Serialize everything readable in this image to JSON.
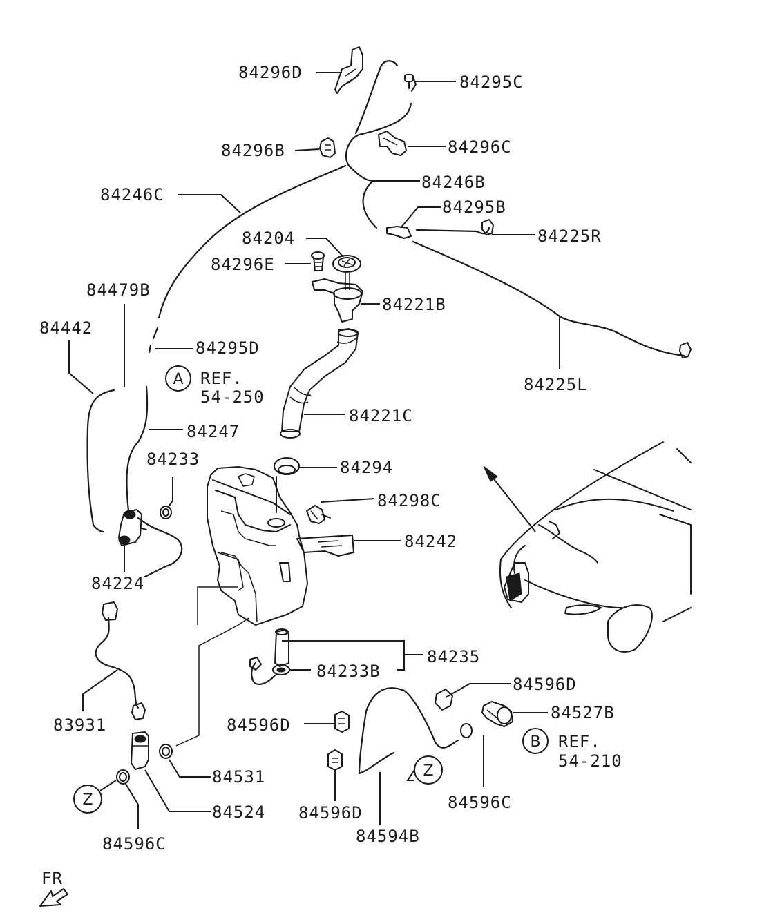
{
  "labels": {
    "p84296D": "84296D",
    "p84295C": "84295C",
    "p84296B": "84296B",
    "p84296C": "84296C",
    "p84246C": "84246C",
    "p84246B": "84246B",
    "p84295B": "84295B",
    "p84225R": "84225R",
    "p84204": "84204",
    "p84296E": "84296E",
    "p84221B": "84221B",
    "p84479B": "84479B",
    "p84442": "84442",
    "p84295D": "84295D",
    "p84225L": "84225L",
    "p84221C": "84221C",
    "p84247": "84247",
    "p84233": "84233",
    "p84294": "84294",
    "p84298C": "84298C",
    "p84242": "84242",
    "p84224": "84224",
    "p84235": "84235",
    "p84233B": "84233B",
    "p84596D_top": "84596D",
    "p83931": "83931",
    "p84596D_mid": "84596D",
    "p84527B": "84527B",
    "p84531": "84531",
    "p84596D_low": "84596D",
    "p84596C_right": "84596C",
    "p84524": "84524",
    "p84594B": "84594B",
    "p84596C_left": "84596C"
  },
  "refs": {
    "a_marker": "A",
    "a_ref_line1": "REF.",
    "a_ref_line2": "54-250",
    "b_marker": "B",
    "b_ref_line1": "REF.",
    "b_ref_line2": "54-210",
    "z_marker_left": "Z",
    "z_marker_right": "Z"
  },
  "direction": {
    "label": "FR",
    "icon": "front-direction-arrow-icon"
  },
  "colors": {
    "ink": "#1a1a1a",
    "background": "#ffffff"
  }
}
